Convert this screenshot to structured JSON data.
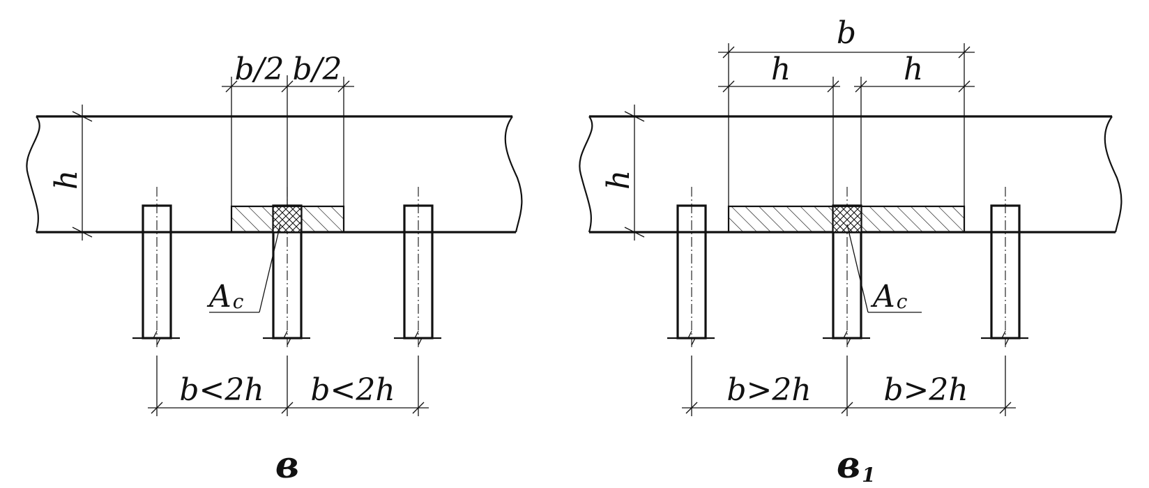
{
  "left": {
    "caption": "в",
    "beam_height": "h",
    "half_left": "b/2",
    "half_right": "b/2",
    "area_label": "A",
    "area_sub": "c",
    "span_left": "b<2h",
    "span_right": "b<2h"
  },
  "right": {
    "caption": "в",
    "caption_sub": "1",
    "top_width": "b",
    "beam_height": "h",
    "h_left": "h",
    "h_right": "h",
    "area_label": "A",
    "area_sub": "c",
    "span_left": "b>2h",
    "span_right": "b>2h"
  }
}
